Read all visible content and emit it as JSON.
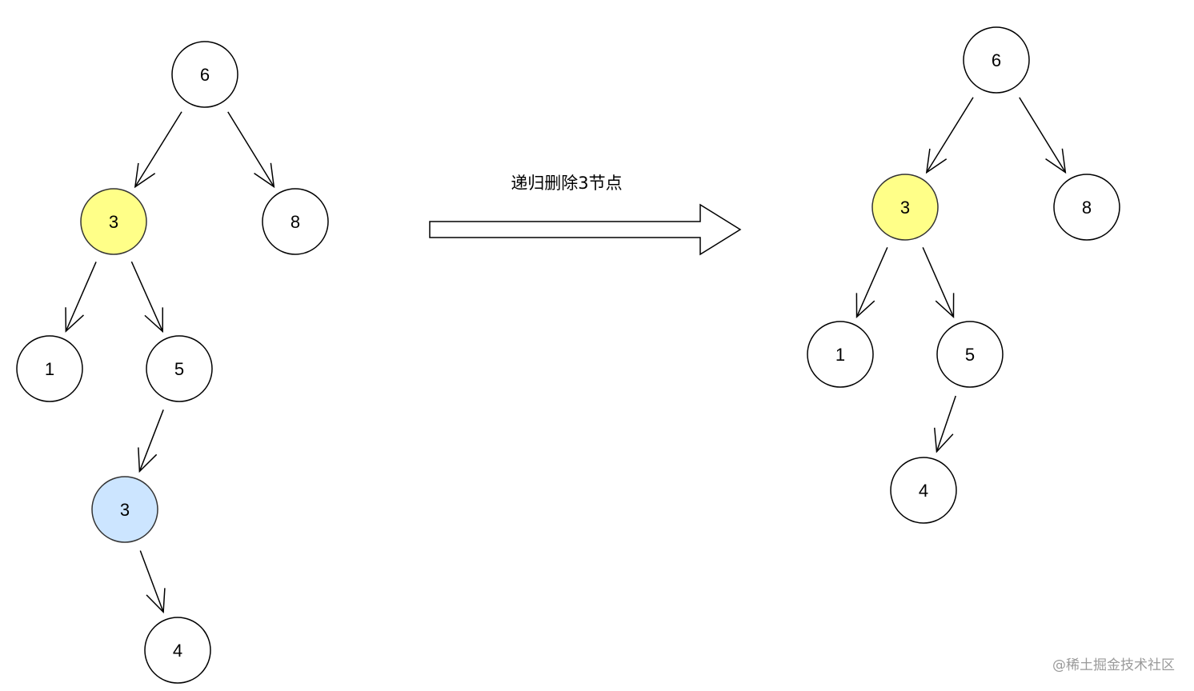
{
  "colors": {
    "node_fill": "#ffffff",
    "node_stroke": "#000000",
    "highlight_yellow": "#ffff88",
    "highlight_blue": "#cce5ff",
    "arrow": "#000000"
  },
  "before_tree": {
    "nodes": [
      {
        "id": "b6",
        "label": "6",
        "fill": "white"
      },
      {
        "id": "b3",
        "label": "3",
        "fill": "yellow"
      },
      {
        "id": "b8",
        "label": "8",
        "fill": "white"
      },
      {
        "id": "b1",
        "label": "1",
        "fill": "white"
      },
      {
        "id": "b5",
        "label": "5",
        "fill": "white"
      },
      {
        "id": "b3b",
        "label": "3",
        "fill": "blue"
      },
      {
        "id": "b4",
        "label": "4",
        "fill": "white"
      }
    ],
    "edges": [
      {
        "from": "b6",
        "to": "b3"
      },
      {
        "from": "b6",
        "to": "b8"
      },
      {
        "from": "b3",
        "to": "b1"
      },
      {
        "from": "b3",
        "to": "b5"
      },
      {
        "from": "b5",
        "to": "b3b"
      },
      {
        "from": "b3b",
        "to": "b4"
      }
    ]
  },
  "after_tree": {
    "nodes": [
      {
        "id": "a6",
        "label": "6",
        "fill": "white"
      },
      {
        "id": "a3",
        "label": "3",
        "fill": "yellow"
      },
      {
        "id": "a8",
        "label": "8",
        "fill": "white"
      },
      {
        "id": "a1",
        "label": "1",
        "fill": "white"
      },
      {
        "id": "a5",
        "label": "5",
        "fill": "white"
      },
      {
        "id": "a4",
        "label": "4",
        "fill": "white"
      }
    ],
    "edges": [
      {
        "from": "a6",
        "to": "a3"
      },
      {
        "from": "a6",
        "to": "a8"
      },
      {
        "from": "a3",
        "to": "a1"
      },
      {
        "from": "a3",
        "to": "a5"
      },
      {
        "from": "a5",
        "to": "a4"
      }
    ]
  },
  "transition": {
    "caption": "递归删除3节点"
  },
  "watermark": "@稀土掘金技术社区"
}
